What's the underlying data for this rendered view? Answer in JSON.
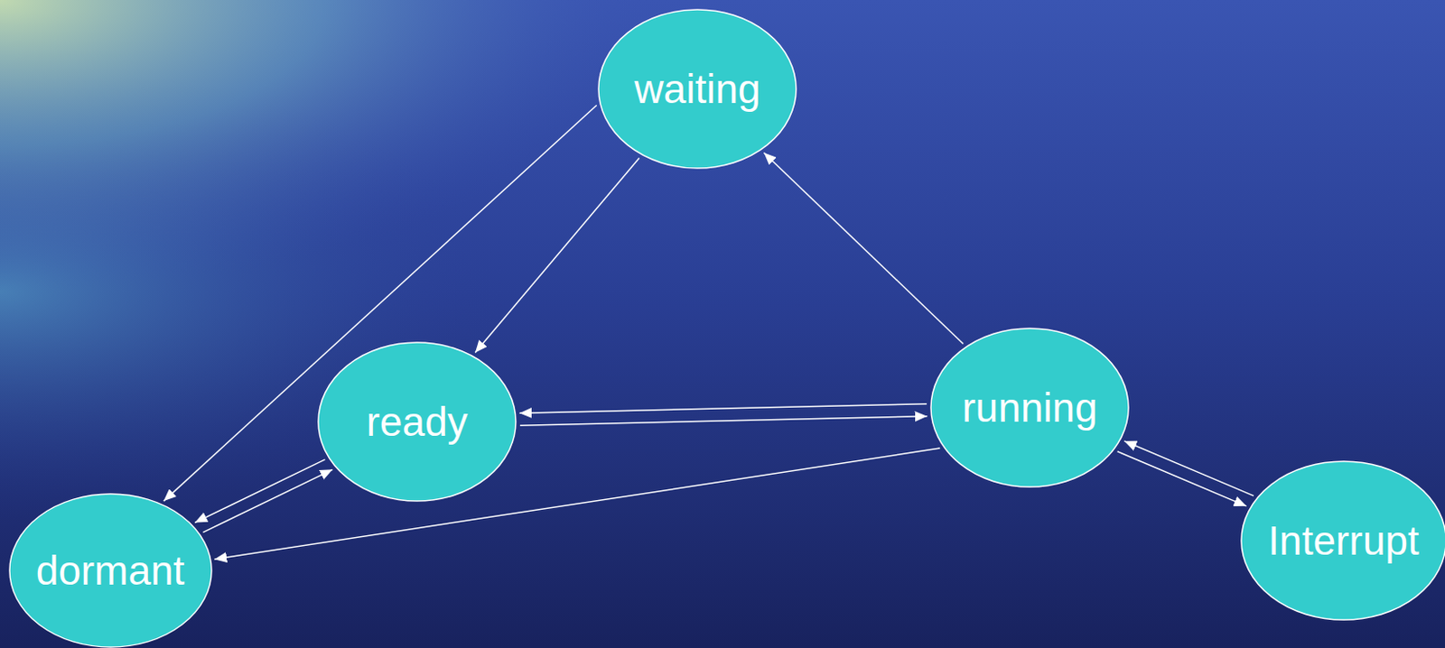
{
  "diagram": {
    "nodes": [
      {
        "text": [
          "waiting"
        ]
      },
      {
        "text": [
          "ready"
        ]
      },
      {
        "text": [
          "running"
        ]
      },
      {
        "text": [
          "dormant"
        ]
      },
      {
        "text": [
          "Interrupt"
        ]
      }
    ],
    "edges": [
      {
        "from": 0,
        "to": 3,
        "arrow": "to"
      },
      {
        "from": 0,
        "to": 1,
        "arrow": "to"
      },
      {
        "from": 2,
        "to": 0,
        "arrow": "to"
      },
      {
        "from": 1,
        "to": 2,
        "arrow": "to"
      },
      {
        "from": 2,
        "to": 1,
        "arrow": "to"
      },
      {
        "from": 3,
        "to": 1,
        "arrow": "to"
      },
      {
        "from": 1,
        "to": 3,
        "arrow": "to"
      },
      {
        "from": 2,
        "to": 3,
        "arrow": "to"
      },
      {
        "from": 2,
        "to": 4,
        "arrow": "to"
      },
      {
        "from": 4,
        "to": 2,
        "arrow": "to"
      }
    ]
  }
}
